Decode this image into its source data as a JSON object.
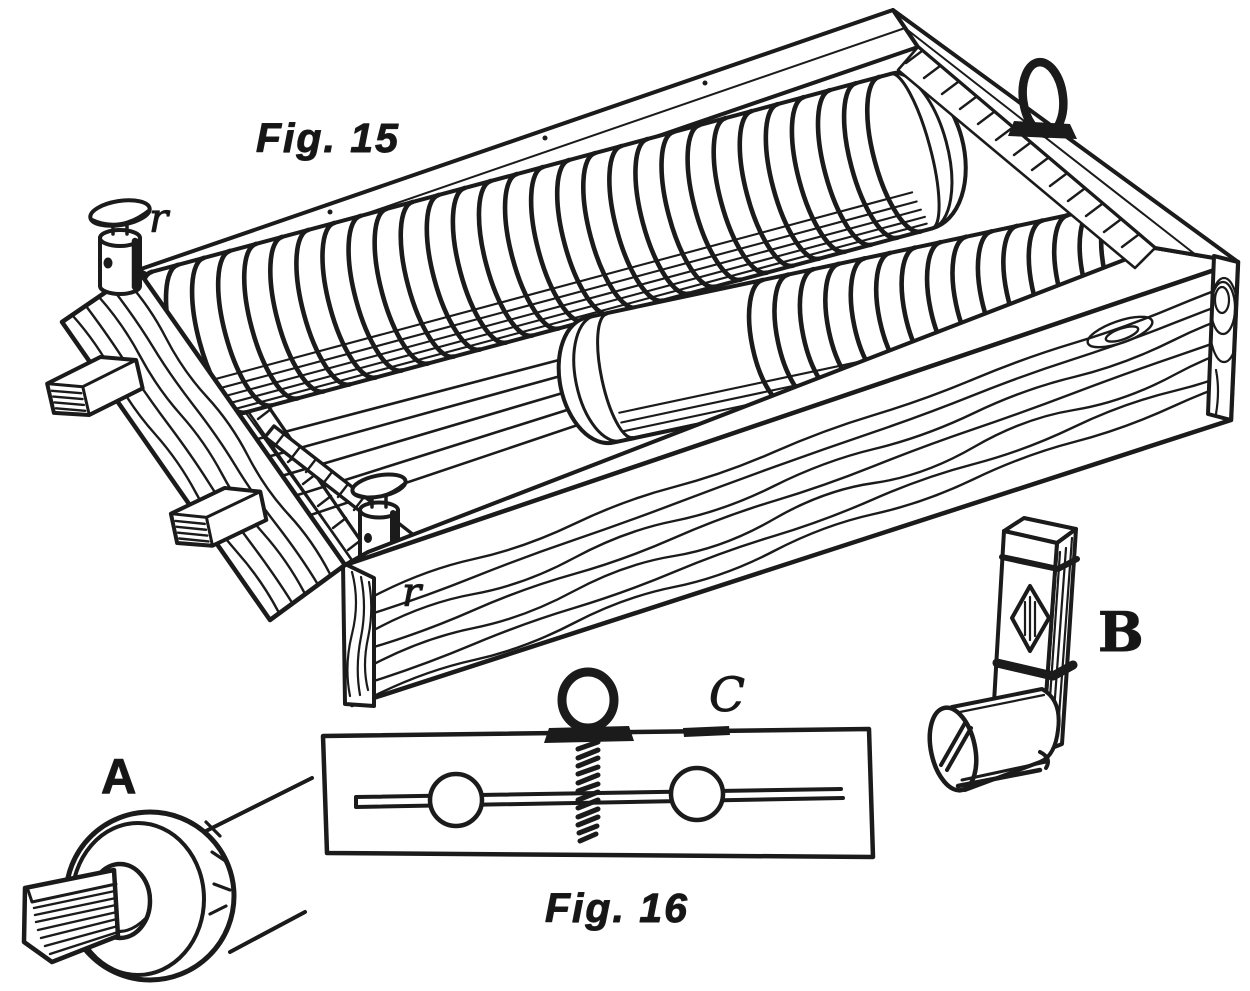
{
  "artwork": {
    "ink": "#1b1b1b",
    "paper": "#ffffff"
  },
  "fig15": {
    "caption": "Fig. 15",
    "labels": {
      "back_thumbscrew": "r",
      "front_thumbscrew": "r"
    }
  },
  "fig16": {
    "caption": "Fig. 16",
    "labels": {
      "lifting_ring": "C"
    }
  },
  "details": {
    "labels": {
      "roller_shaft_end": "A",
      "bearing_bracket": "B"
    }
  }
}
